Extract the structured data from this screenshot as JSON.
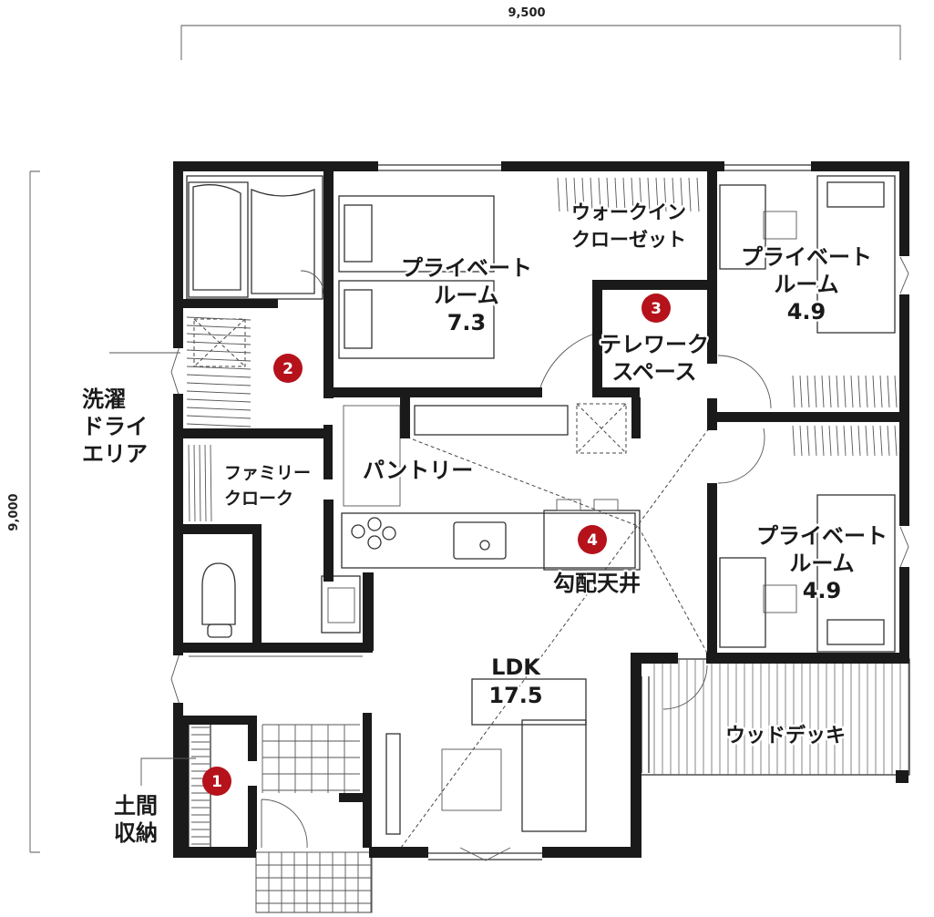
{
  "dimensions": {
    "width": "9,500",
    "depth": "9,000"
  },
  "colors": {
    "wall": "#1a1a1a",
    "badge": "#b5121b",
    "line": "#333333"
  },
  "rooms": {
    "bedroom_main": {
      "l1": "プライベート",
      "l2": "ルーム",
      "area": "7.3"
    },
    "walkin_closet": {
      "l1": "ウォークイン",
      "l2": "クローゼット"
    },
    "bedroom_ne": {
      "l1": "プライベート",
      "l2": "ルーム",
      "area": "4.9"
    },
    "telework": {
      "l1": "テレワーク",
      "l2": "スペース"
    },
    "laundry": {
      "l1": "洗濯",
      "l2": "ドライ",
      "l3": "エリア"
    },
    "family_cloak": {
      "l1": "ファミリー",
      "l2": "クローク"
    },
    "pantry": {
      "label": "パントリー"
    },
    "bedroom_se": {
      "l1": "プライベート",
      "l2": "ルーム",
      "area": "4.9"
    },
    "ceiling": {
      "label": "勾配天井"
    },
    "ldk": {
      "label": "LDK",
      "area": "17.5"
    },
    "deck": {
      "label": "ウッドデッキ"
    },
    "doma": {
      "l1": "土間",
      "l2": "収納"
    }
  },
  "badges": [
    "1",
    "2",
    "3",
    "4"
  ]
}
